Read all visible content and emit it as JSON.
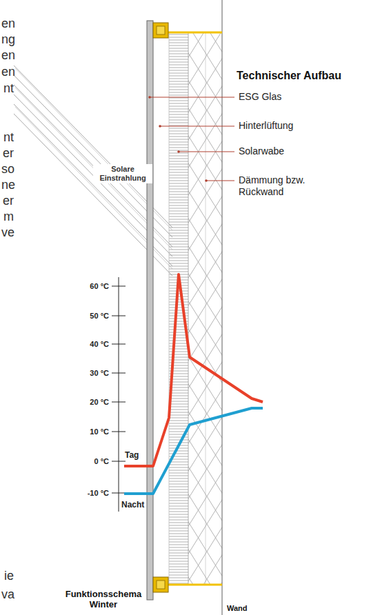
{
  "diagram": {
    "title": "Technischer Aufbau",
    "caption": "Funktionsschema Winter",
    "labels": [
      "en",
      "ng",
      "en",
      "en",
      "nt",
      "nt",
      "er",
      "so",
      "ne",
      "er",
      "m",
      "ve",
      "ESG Glas",
      "Hinterlüftung",
      "Solarwabe",
      "Dämmung bzw. Rückwand",
      "Solare Einstrahlung",
      "60 °C",
      "50 °C",
      "40 °C",
      "30 °C",
      "20 °C",
      "10 °C",
      "0 °C",
      "-10 °C",
      "Tag",
      "Nacht",
      "ie",
      "va",
      "Wand"
    ]
  }
}
